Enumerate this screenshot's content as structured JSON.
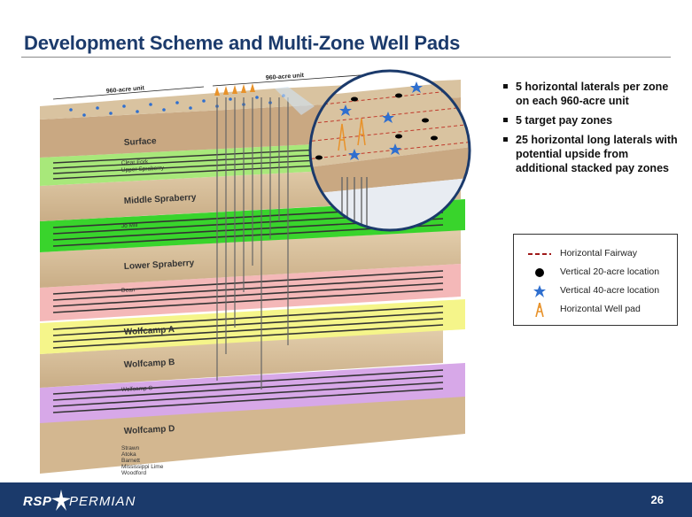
{
  "slide": {
    "title": "Development Scheme and Multi-Zone Well Pads",
    "page_number": "26"
  },
  "bullets": [
    "5 horizontal laterals per zone on each 960-acre unit",
    "5 target pay zones",
    "25 horizontal long laterals with potential upside from additional stacked pay zones"
  ],
  "legend": {
    "items": [
      {
        "label": "Horizontal Fairway",
        "icon": "dashed-line-icon"
      },
      {
        "label": "Vertical 20-acre location",
        "icon": "black-dot-icon"
      },
      {
        "label": "Vertical 40-acre location",
        "icon": "blue-star-icon"
      },
      {
        "label": "Horizontal Well pad",
        "icon": "well-pad-icon"
      }
    ]
  },
  "diagram": {
    "units": [
      "960-acre unit",
      "960-acre unit"
    ],
    "zones": [
      "Surface",
      "Middle Spraberry",
      "Lower Spraberry",
      "Wolfcamp A",
      "Wolfcamp B",
      "Wolfcamp D"
    ],
    "small_labels": [
      "Clear Fork",
      "Upper Spraberry",
      "Jo Mill",
      "Dean",
      "Wolfcamp C"
    ],
    "bottom_labels": [
      "Strawn",
      "Atoka",
      "Barnett",
      "Mississippi Lime",
      "Woodford"
    ]
  },
  "logo": {
    "part_a": "RSP",
    "part_b": "PERMIAN"
  },
  "colors": {
    "title": "#1b3a6b",
    "footer": "#1b3a6b",
    "tan": "#d7bf9c",
    "surface": "#c9a882",
    "clearfork": "#a8e87a",
    "jomill": "#39d42c",
    "dean": "#f4b8b8",
    "wolfcampA": "#f5f58a",
    "wolfcampC": "#d6a6e8",
    "star": "#2f6fcf",
    "pad": "#e8922a"
  }
}
